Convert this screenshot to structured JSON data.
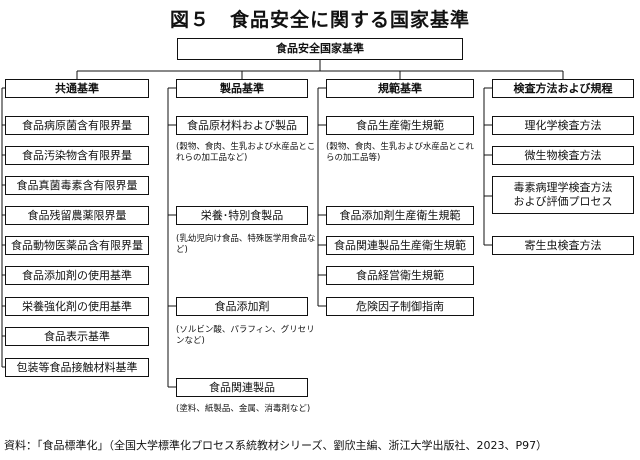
{
  "title": "図５　食品安全に関する国家基準",
  "root": "食品安全国家基準",
  "columns": [
    {
      "header": "共通基準",
      "items": [
        "食品病原菌含有限界量",
        "食品汚染物含有限界量",
        "食品真菌毒素含有限界量",
        "食品残留農薬限界量",
        "食品動物医薬品含有限界量",
        "食品添加剤の使用基準",
        "栄養強化剤の使用基準",
        "食品表示基準",
        "包装等食品接触材料基準"
      ]
    },
    {
      "header": "製品基準",
      "items": [
        "食品原材料および製品",
        "栄養･特別食製品",
        "食品添加剤",
        "食品関連製品"
      ],
      "notes": [
        "(穀物、食肉、生乳および水産品とこれらの加工品など)",
        "(乳幼児向け食品、特殊医学用食品など)",
        "(ソルビン酸、パラフィン、グリセリンなど)",
        "(塗料、紙製品、金属、消毒剤など)"
      ]
    },
    {
      "header": "規範基準",
      "items": [
        "食品生産衛生規範",
        "食品添加剤生産衛生規範",
        "食品関連製品生産衛生規範",
        "食品経営衛生規範",
        "危険因子制御指南"
      ],
      "notes": [
        "(穀物、食肉、生乳および水産品とこれらの加工品等)"
      ]
    },
    {
      "header": "検査方法および規程",
      "items": [
        "理化学検査方法",
        "微生物検査方法",
        "毒素病理学検査方法および評価プロセス",
        "寄生虫検査方法"
      ]
    }
  ],
  "source": "資料：「食品標準化」（全国大学標準化プロセス系統教材シリーズ、劉欣主編、浙江大学出版社、2023、P97）"
}
